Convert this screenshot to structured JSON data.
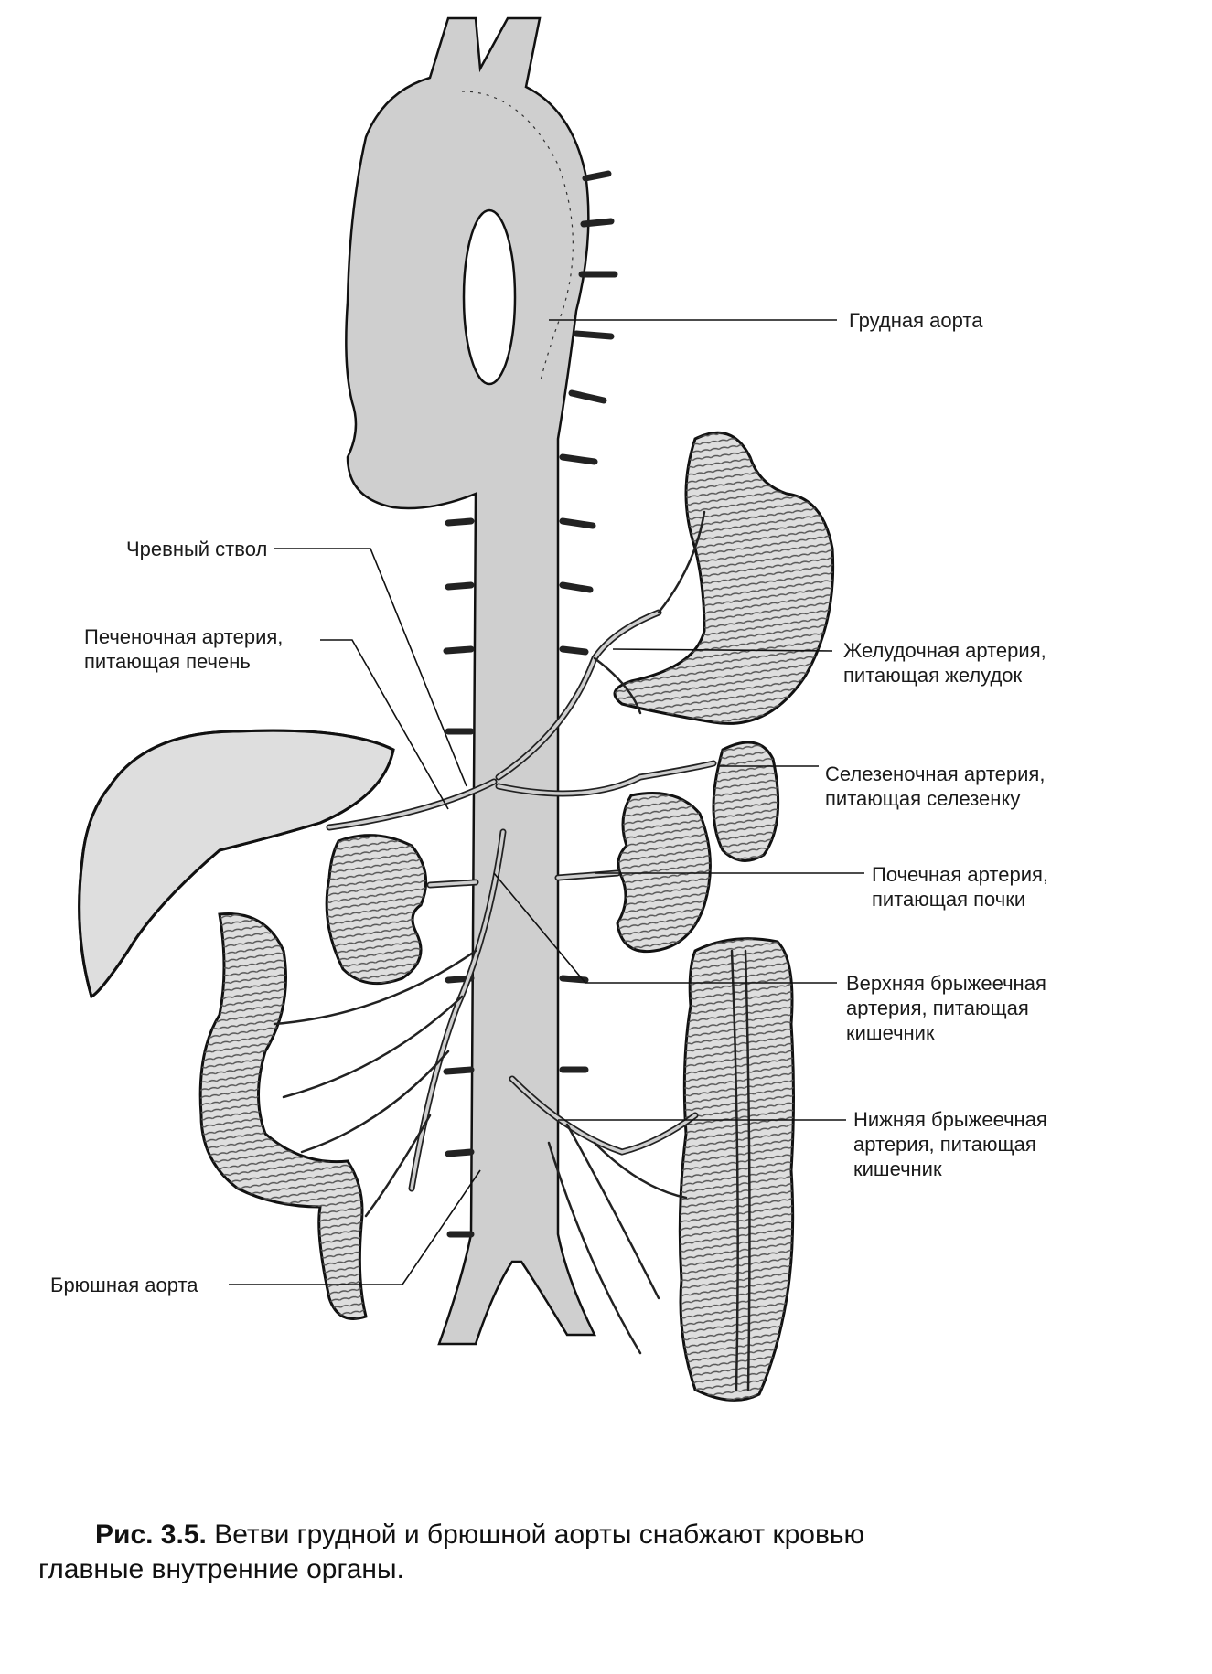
{
  "labels": {
    "thoracic_aorta": "Грудная аорта",
    "celiac_trunk": "Чревный ствол",
    "hepatic_artery": [
      "Печеночная артерия,",
      "питающая печень"
    ],
    "gastric_artery": [
      "Желудочная артерия,",
      "питающая желудок"
    ],
    "splenic_artery": [
      "Селезеночная артерия,",
      "питающая селезенку"
    ],
    "renal_artery": [
      "Почечная артерия,",
      "питающая почки"
    ],
    "superior_mesenteric": [
      "Верхняя брыжеечная",
      "артерия, питающая",
      "кишечник"
    ],
    "inferior_mesenteric": [
      "Нижняя брыжеечная",
      "артерия, питающая",
      "кишечник"
    ],
    "abdominal_aorta": "Брюшная аорта"
  },
  "caption": {
    "prefix": "Рис. 3.5.",
    "line1": "Ветви грудной и брюшной аорты  снабжают  кровью",
    "line2": "главные внутренние органы."
  },
  "colors": {
    "vessel_fill": "#cfcfcf",
    "organ_fill": "#dedede",
    "ink": "#111111"
  }
}
